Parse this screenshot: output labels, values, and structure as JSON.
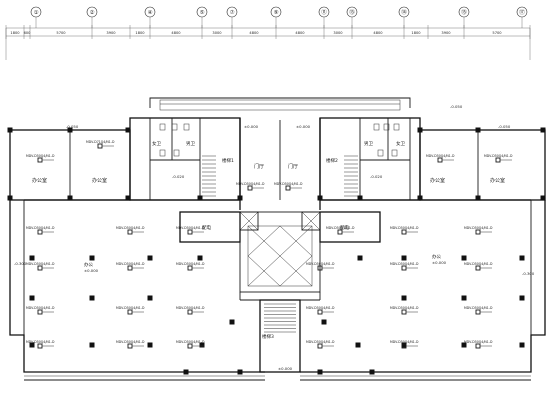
{
  "grid_axes": [
    "①",
    "②",
    "④",
    "⑤",
    "⑦",
    "⑨",
    "⑪",
    "⑬",
    "⑭",
    "⑮",
    "⑰"
  ],
  "dimensions_top": [
    "1800",
    "600",
    "5700",
    "3900",
    "1800",
    "4800",
    "3000",
    "4800",
    "4800",
    "3000",
    "4800",
    "1800",
    "3900",
    "5700"
  ],
  "room_labels": {
    "office_left_upper": "办公室",
    "office_left_upper2": "办公室",
    "office_right_upper": "办公室",
    "office_right_upper2": "办公室",
    "toilet_m_left": "男卫",
    "toilet_f_left": "女卫",
    "toilet_m_right": "男卫",
    "toilet_f_right": "女卫",
    "stair_left": "楼梯1",
    "stair_right": "楼梯2",
    "stair_center": "楼梯3",
    "hall_left": "门厅",
    "hall_right": "门厅",
    "machine_left": "配电",
    "machine_right": "配电",
    "office_main_left": "办公",
    "office_main_right": "办公"
  },
  "equipment_tag": "MDV-D50Q4/N1-D",
  "equipment_tag_small": "MDV-D71Q4/N1-D",
  "elevations": {
    "e1": "-0.050",
    "e2": "±0.000",
    "e3": "-0.020",
    "e4": "-0.300"
  }
}
